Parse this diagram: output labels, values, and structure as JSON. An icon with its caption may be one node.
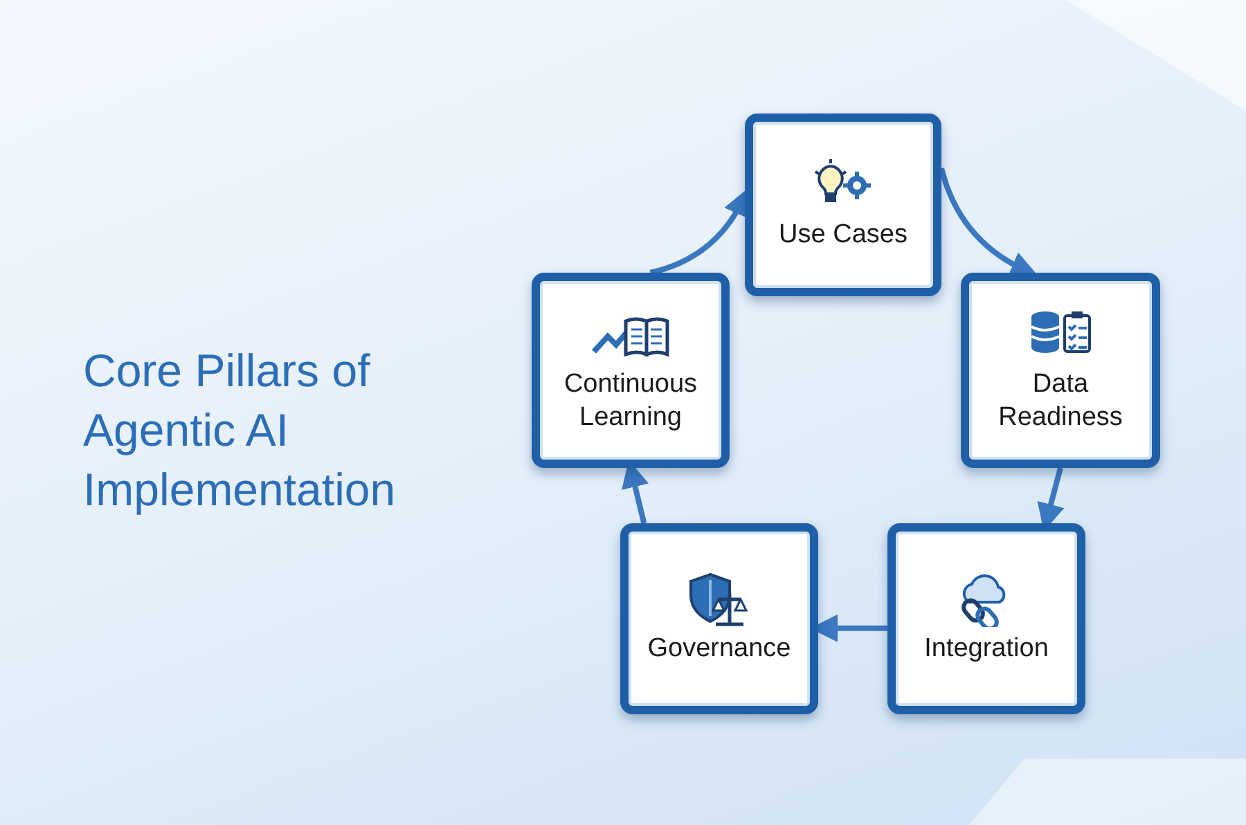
{
  "diagram": {
    "title": "Core Pillars of Agentic AI Implementation",
    "nodes": [
      {
        "text": [
          "Use Cases"
        ]
      },
      {
        "text": [
          "Data Readiness"
        ]
      },
      {
        "text": [
          "Integration"
        ]
      },
      {
        "text": [
          "Governance"
        ]
      },
      {
        "text": [
          "Continuous Learning"
        ]
      }
    ],
    "edges": [
      {
        "from": 0,
        "to": 1,
        "arrow": "to"
      },
      {
        "from": 1,
        "to": 2,
        "arrow": "to"
      },
      {
        "from": 2,
        "to": 3,
        "arrow": "to"
      },
      {
        "from": 3,
        "to": 4,
        "arrow": "to"
      },
      {
        "from": 4,
        "to": 0,
        "arrow": "to"
      }
    ]
  }
}
